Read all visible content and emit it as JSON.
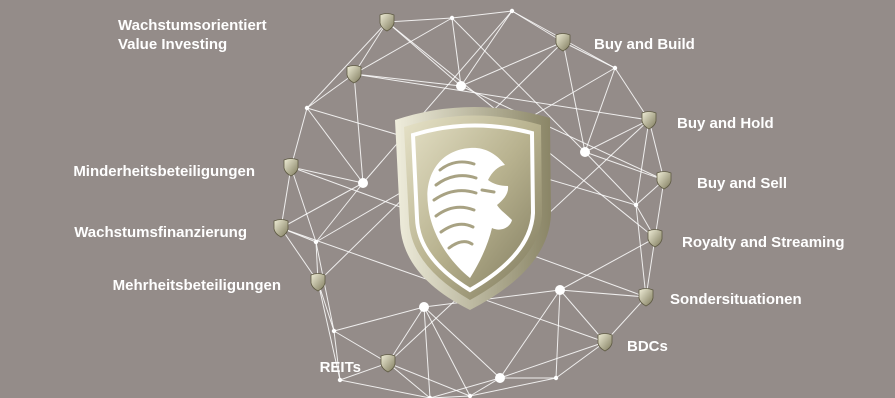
{
  "labels": {
    "wachstum_value": "Wachstumsorientiert\nValue Investing",
    "buy_and_build": "Buy and Build",
    "buy_and_hold": "Buy and Hold",
    "buy_and_sell": "Buy and Sell",
    "royalty_streaming": "Royalty and Streaming",
    "sondersituationen": "Sondersituationen",
    "bdcs": "BDCs",
    "minderheit": "Minderheitsbeteiligungen",
    "wachstumsfinanzierung": "Wachstumsfinanzierung",
    "mehrheit": "Mehrheitsbeteiligungen",
    "reits": "REITs"
  },
  "colors": {
    "background": "#948c89",
    "network_line": "#ffffff",
    "shield_gold": "#c9c3a3",
    "shield_dark": "#6e6a52"
  },
  "icons": {
    "node_badge": "shield-badge-icon",
    "center_emblem": "lion-shield-emblem"
  }
}
